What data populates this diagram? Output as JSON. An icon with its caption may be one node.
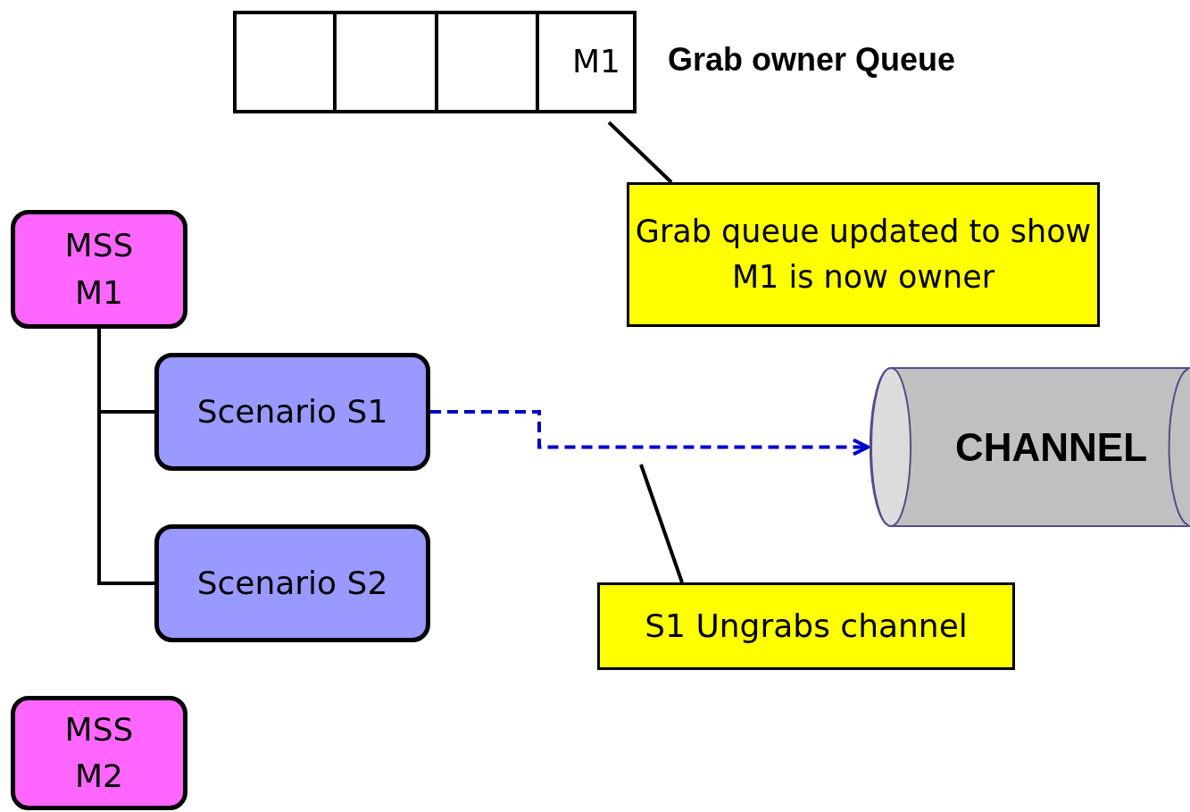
{
  "diagram": {
    "nodes": [
      {
        "text": [],
        "shape": "box"
      },
      {
        "text": [],
        "shape": "box"
      },
      {
        "text": [],
        "shape": "box"
      },
      {
        "text": [
          "M1"
        ]
      },
      {
        "text": [
          "MSS M1"
        ]
      },
      {
        "text": [
          "Scenario S1"
        ]
      },
      {
        "text": [
          "Scenario S2"
        ]
      },
      {
        "text": [
          "MSS M2"
        ]
      },
      {
        "text": [
          "CHANNEL"
        ]
      },
      {
        "text": [
          "Grab queue updated to show M1 is now owner"
        ]
      },
      {
        "text": [
          "S1 Ungrabs channel"
        ]
      }
    ],
    "edges": [
      {
        "from": 4,
        "to": 5,
        "arrow": "none"
      },
      {
        "from": 4,
        "to": 6,
        "arrow": "none"
      },
      {
        "from": 5,
        "to": 8,
        "arrow": "to",
        "style": "dashed",
        "color": "#0000cc"
      },
      {
        "from": 9,
        "to": 3,
        "arrow": "none"
      },
      {
        "from": 10,
        "to": null,
        "arrow": "none"
      }
    ],
    "labels": [
      "Grab owner Queue"
    ]
  }
}
